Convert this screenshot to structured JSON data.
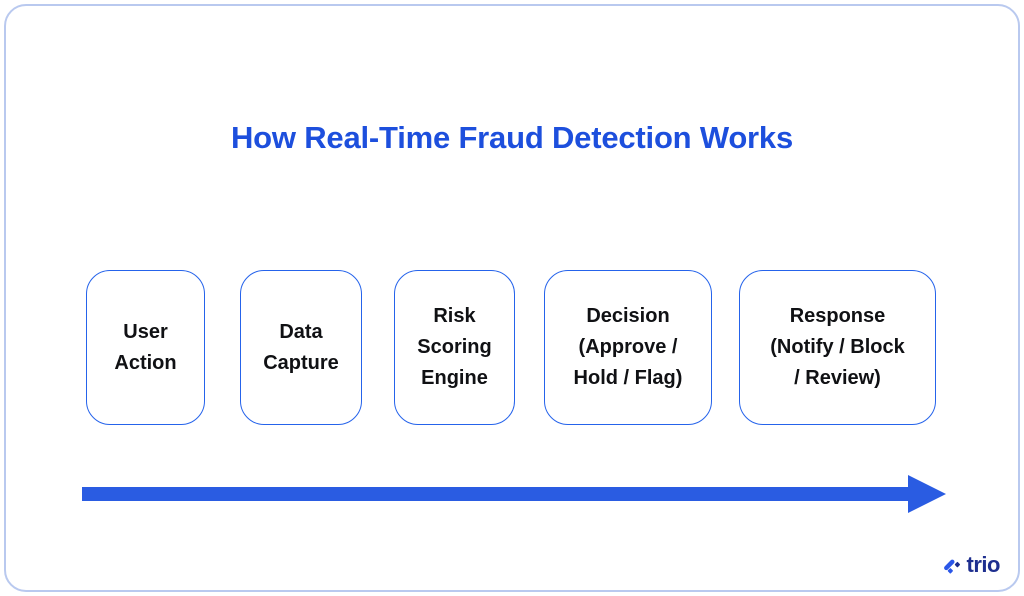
{
  "page": {
    "title": "How Real-Time Fraud Detection Works"
  },
  "flow": {
    "steps": [
      {
        "label": "User Action",
        "lines": [
          "User",
          "Action"
        ]
      },
      {
        "label": "Data Capture",
        "lines": [
          "Data",
          "Capture"
        ]
      },
      {
        "label": "Risk Scoring Engine",
        "lines": [
          "Risk",
          "Scoring",
          "Engine"
        ]
      },
      {
        "label": "Decision (Approve / Hold / Flag)",
        "lines": [
          "Decision",
          "(Approve /",
          "Hold / Flag)"
        ]
      },
      {
        "label": "Response (Notify / Block / Review)",
        "lines": [
          "Response",
          "(Notify / Block",
          "/ Review)"
        ]
      }
    ]
  },
  "branding": {
    "logo_text": "trio"
  },
  "colors": {
    "title": "#1d4fdd",
    "box_border": "#2563eb",
    "box_text": "#101114",
    "arrow": "#2a5ce2",
    "frame_border": "#b9c9ef",
    "logo_text": "#1e2f8f",
    "logo_mark_primary": "#2b57e8",
    "logo_mark_secondary": "#1c2d8f"
  }
}
